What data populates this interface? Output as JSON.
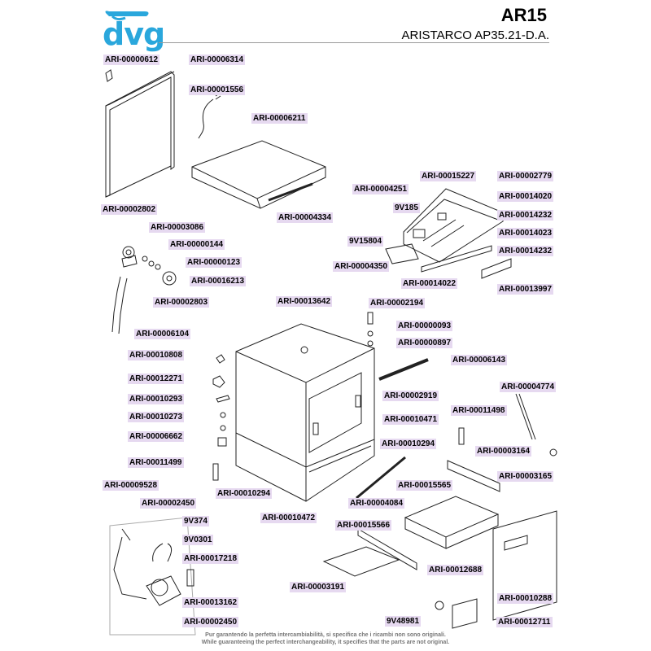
{
  "header": {
    "brand": "dvg",
    "code": "AR15",
    "model": "ARISTARCO AP35.21-D.A."
  },
  "parts": [
    "ARI-00000612",
    "ARI-00006314",
    "ARI-00001556",
    "ARI-00006211",
    "ARI-00004334",
    "ARI-00015227",
    "ARI-00002779",
    "ARI-00004251",
    "ARI-00014020",
    "9V185",
    "ARI-00014232",
    "ARI-00014023",
    "9V15804",
    "ARI-00014232",
    "ARI-00004350",
    "ARI-00014022",
    "ARI-00013997",
    "ARI-00002802",
    "ARI-00003086",
    "ARI-00000144",
    "ARI-00000123",
    "ARI-00016213",
    "ARI-00002803",
    "ARI-00006104",
    "ARI-00013642",
    "ARI-00002194",
    "ARI-00000093",
    "ARI-00000897",
    "ARI-00010808",
    "ARI-00006143",
    "ARI-00012271",
    "ARI-00004774",
    "ARI-00010293",
    "ARI-00002919",
    "ARI-00011498",
    "ARI-00010273",
    "ARI-00010471",
    "ARI-00006662",
    "ARI-00010294",
    "ARI-00003164",
    "ARI-00011499",
    "ARI-00003165",
    "ARI-00009528",
    "ARI-00010294",
    "ARI-00015565",
    "ARI-00002450",
    "ARI-00004084",
    "9V374",
    "ARI-00010472",
    "ARI-00015566",
    "9V0301",
    "ARI-00017218",
    "ARI-00012688",
    "ARI-00003191",
    "ARI-00013162",
    "ARI-00010288",
    "9V48981",
    "ARI-00002450",
    "ARI-00012711"
  ],
  "footer": {
    "line1": "Pur garantendo la perfetta intercambiabilità, si specifica che i ricambi non sono originali.",
    "line2": "While guaranteeing the perfect interchangeability, it specifies that the parts are not original."
  },
  "colors": {
    "brand": "#2aa7dc",
    "label_bg": "#e6d9f0"
  }
}
